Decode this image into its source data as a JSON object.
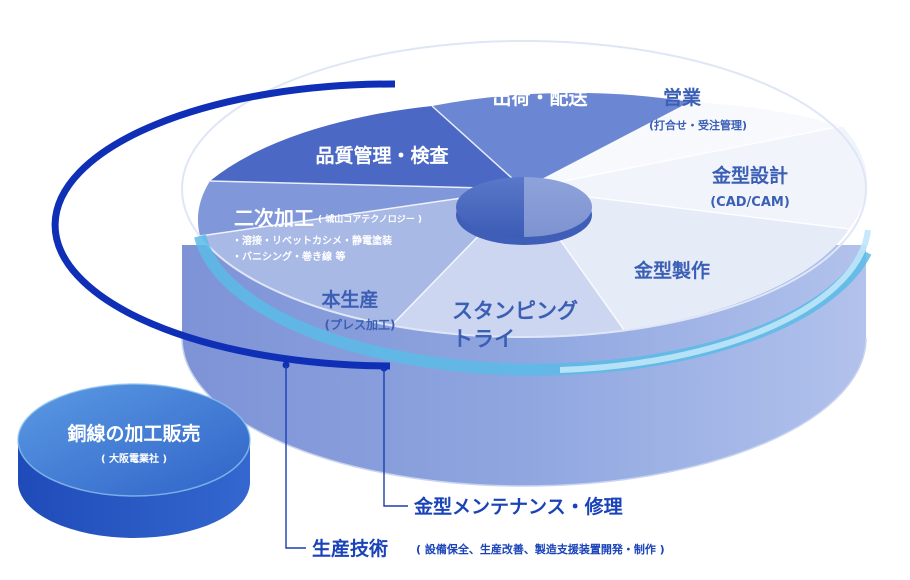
{
  "wheel": {
    "segments": {
      "shipping": "出荷・配送",
      "sales": "営業",
      "sales_sub": "(打合せ・受注管理)",
      "mold_design": "金型設計",
      "mold_design_sub": "(CAD/CAM)",
      "mold_making": "金型製作",
      "stamping_line1": "スタンピング",
      "stamping_line2": "トライ",
      "production": "本生産",
      "production_sub": "(プレス加工)",
      "secondary": "二次加工",
      "secondary_company": "( 城山コアテクノロジー )",
      "secondary_detail1": "・溶接・リベットカシメ・静電塗装",
      "secondary_detail2": "・バニシング・巻き線 等",
      "quality": "品質管理・検査"
    }
  },
  "side_disc": {
    "title": "銅線の加工販売",
    "subtitle": "( 大阪電業社 )"
  },
  "callouts": {
    "maintenance": "金型メンテナンス・修理",
    "production_tech": "生産技術",
    "production_tech_detail": "( 設備保全、生産改善、製造支援装置開発・制作 )"
  },
  "colors": {
    "page_bg": "#ffffff",
    "wheel_dark": "#4a67c4",
    "wheel_light": "#eef2fb",
    "arc_outer": "#0d2fb8",
    "arc_inner": "#55b9e8",
    "callout_text": "#1a43b8"
  }
}
